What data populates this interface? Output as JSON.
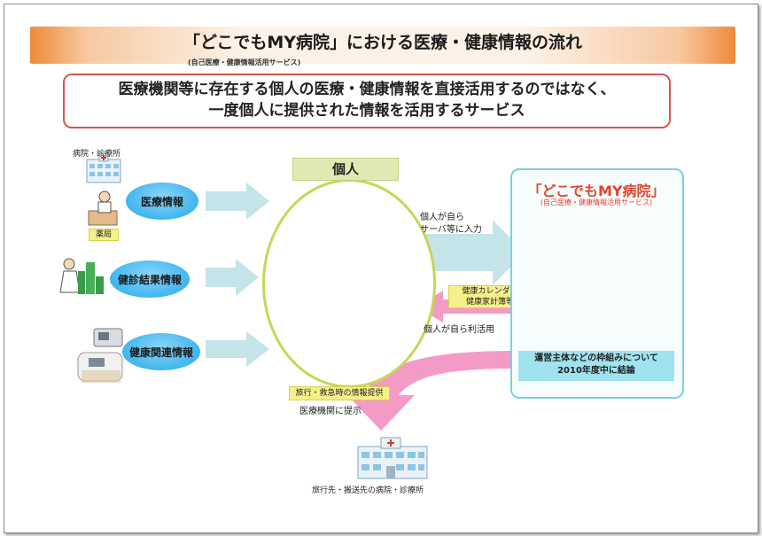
{
  "title": "「どこでもMY病院」における医療・健康情報の流れ",
  "title_sub": "(自己医療・健康情報活用サービス)",
  "notice": {
    "line1": "医療機関等に存在する個人の医療・健康情報を直接活用するのではなく、",
    "line2": "一度個人に提供された情報を活用するサービス"
  },
  "sources": {
    "hospital_label": "病院・診療所",
    "pharmacy_label": "薬局",
    "medical_info": "医療情報",
    "checkup_info": "健診結果情報",
    "health_info": "健康関連情報"
  },
  "person": {
    "label": "個人",
    "input_line1": "個人が自ら",
    "input_line2": "サーバ等に入力",
    "use_label": "個人が自ら利活用",
    "calendar_line1": "健康カレンダー",
    "calendar_line2": "健康家計簿等"
  },
  "service": {
    "title": "「どこでもMY病院」",
    "subtitle": "(自己医療・健康情報活用サービス)",
    "note_line1": "運営主体などの枠組みについて",
    "note_line2": "2010年度中に結論"
  },
  "provide": {
    "tag": "旅行・救急時の情報提供",
    "label": "医療機関に提示",
    "destination": "旅行先・搬送先の病院・診療所"
  },
  "colors": {
    "ellipse_blue": "#3fb6ef",
    "arrow_blue": "#c5e4ea",
    "arrow_pink": "#f49ac6",
    "cylinder_orange": "#f7a21b",
    "accent_red": "#e4442c",
    "circle_green": "#c7d655"
  }
}
